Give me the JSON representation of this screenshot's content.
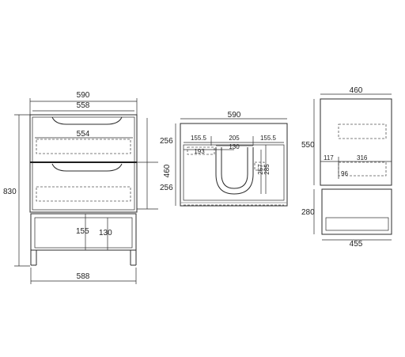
{
  "front_view": {
    "overall_width": "590",
    "inner_width": "558",
    "handle_width": "554",
    "drawer_upper_height": "256",
    "drawer_lower_height": "256",
    "overall_height": "830",
    "shelf_height": "155",
    "leg_gap": "130",
    "base_width": "588"
  },
  "top_view": {
    "overall_width": "590",
    "left_section": "155.5",
    "center_section": "205",
    "right_section": "155.5",
    "left_offset": "193",
    "cutout": "130",
    "depth": "460",
    "cut_height_a": "257",
    "cut_height_b": "285"
  },
  "side_view": {
    "top_depth": "460",
    "cabinet_height": "550",
    "left_offset": "117",
    "right_offset": "316",
    "small_gap": "96",
    "shelf_height": "280",
    "base_depth": "455"
  }
}
